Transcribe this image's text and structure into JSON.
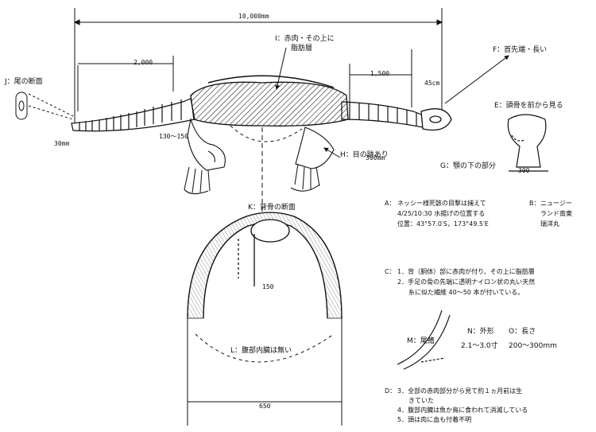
{
  "dimensions": {
    "total": "10,000mm",
    "tail_seg": "2,000",
    "neck_seg": "1,500",
    "head_small": "45cm",
    "tail_end": "30mm",
    "fin_len": "130～150",
    "neck_width": "300mm",
    "skull_width": "300",
    "rib_height": "150",
    "body_width": "650"
  },
  "labels": {
    "A_tag": "A",
    "B_tag": "B",
    "E_title": "E：頭骨を前から見る",
    "F_title": "F：首先端・長い",
    "G_title": "G：顎の下の部分",
    "H_title": "H：目の跡あり",
    "I_title": "I：赤肉・その上に",
    "I_sub": "脂肪層",
    "J_title": "J：尾の断面",
    "K_title": "K：背骨の断面",
    "L_title": "L：腹部内臓は無い",
    "M_title": "M：尾鰭",
    "N_title": "N：外形",
    "O_title": "O：長さ",
    "N_val": "2.1～3.0寸",
    "O_val": "200～300mm"
  },
  "notes": {
    "A_head": "A：",
    "A_1": "ネッシー様死骸の目撃は捕えて",
    "A_2": "4/25/10:30 水揚げの位置する",
    "A_3": "位置：43°57.0′S，173°49.5′E",
    "B_head": "B：",
    "B_1": "ニュージー",
    "B_2": "ランド南東",
    "B_3": "瑞洋丸",
    "C_head": "C：",
    "C_1": "1．背（胴体）部に赤肉が付り、その上に脂肪層",
    "C_2": "2．手足の骨の先端に透明ナイロン状の丸い天然",
    "C_3": "糸に似た繊維 40～50 本が付いている。",
    "D_head": "D：",
    "D_1": "3．全部の赤肉部分がら見て約１ヵ月前は生",
    "D_2": "きていた",
    "D_3": "4．腹部内臓は魚か鳥に食われて消滅している",
    "D_4": "5．頭は肉に血も付着不明"
  }
}
